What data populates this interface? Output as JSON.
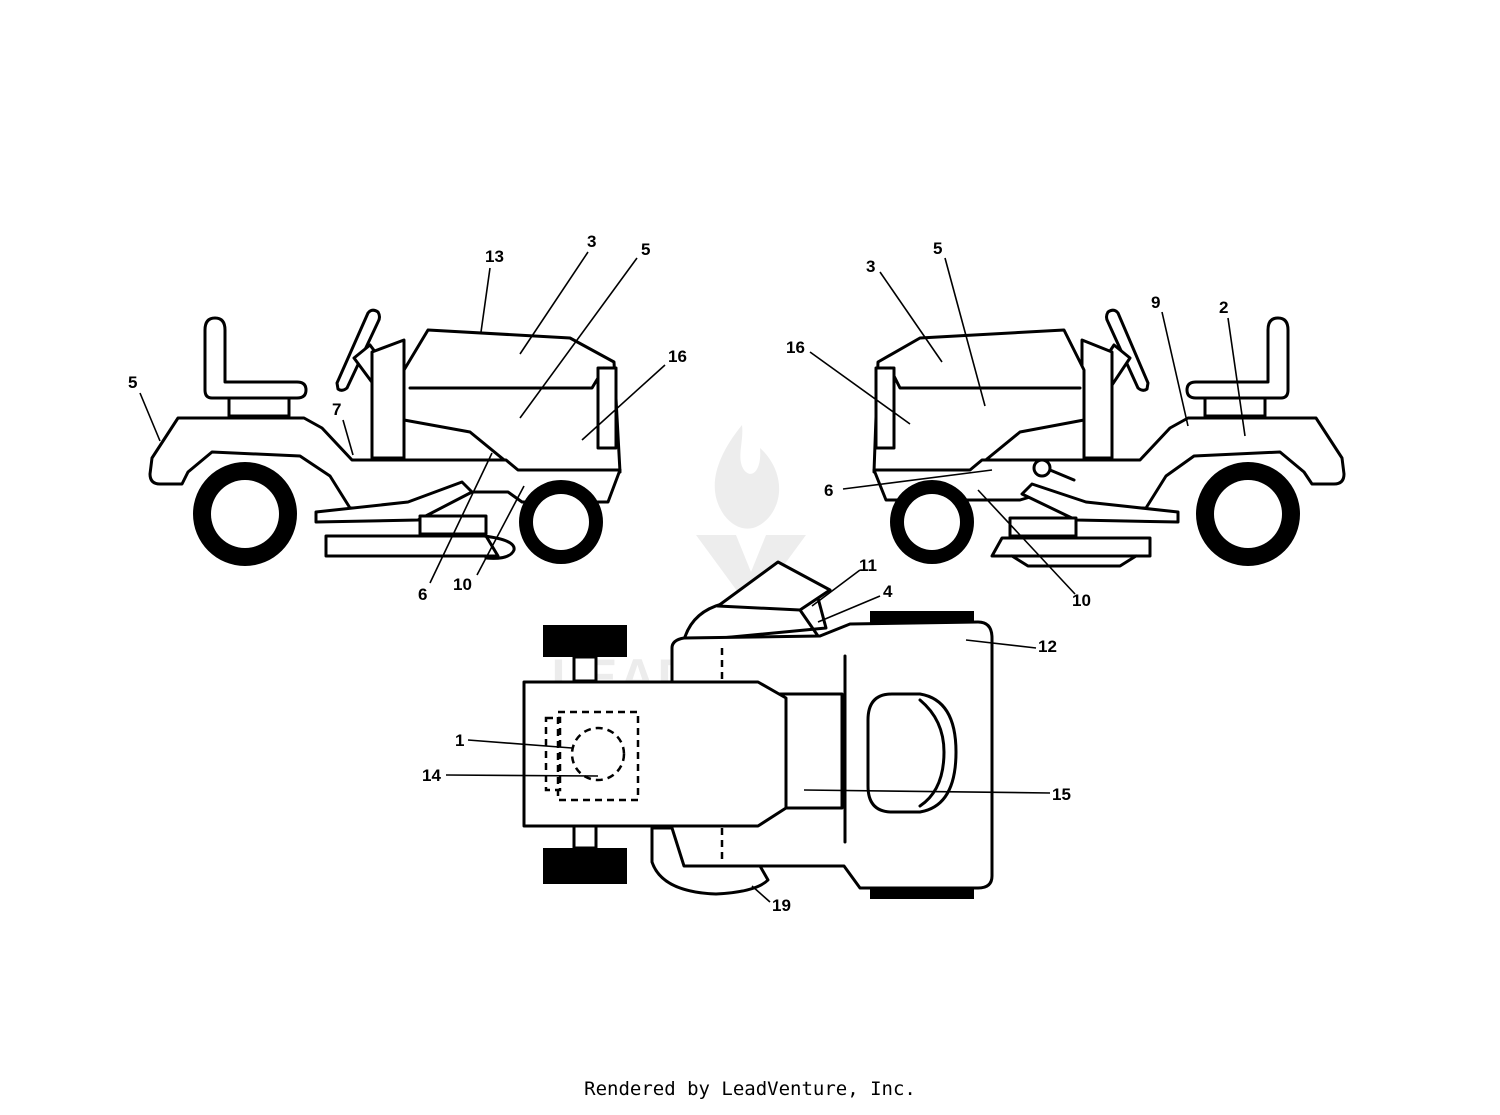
{
  "credit": "Rendered by LeadVenture, Inc.",
  "watermark": {
    "text": "LEADVENTURE",
    "icon": "leadventure-flame-logo-icon"
  },
  "callouts": {
    "left_view": {
      "c13": "13",
      "c3": "3",
      "c5_top": "5",
      "c16": "16",
      "c5_rear": "5",
      "c7": "7",
      "c6": "6",
      "c10": "10"
    },
    "right_view": {
      "c3": "3",
      "c5": "5",
      "c16": "16",
      "c9": "9",
      "c2": "2",
      "c6": "6",
      "c10": "10"
    },
    "top_view": {
      "c11": "11",
      "c4": "4",
      "c12": "12",
      "c1": "1",
      "c14": "14",
      "c15": "15",
      "c19": "19"
    }
  }
}
